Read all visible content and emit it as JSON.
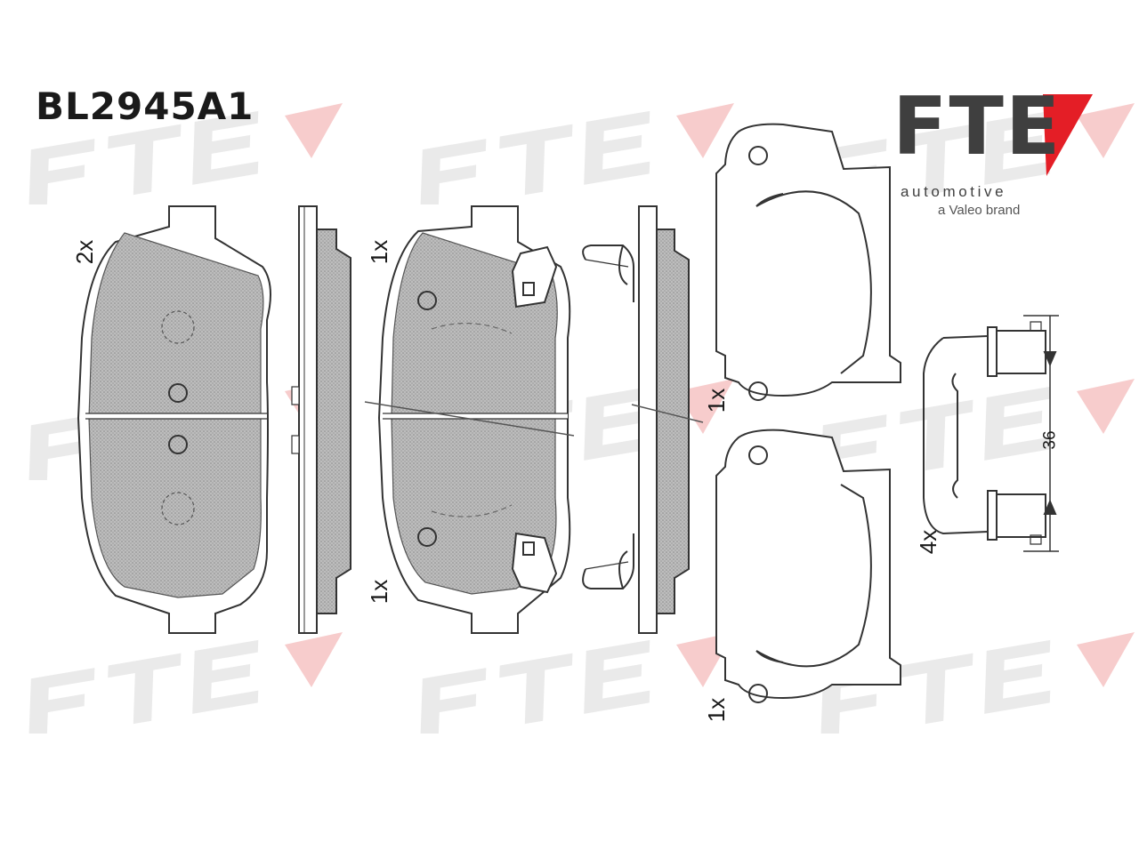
{
  "part_number": "BL2945A1",
  "brand": {
    "name": "FTE",
    "tagline": "automotive",
    "parent": "a Valeo brand",
    "accent_color": "#e41e26",
    "text_color": "#3f3f3f"
  },
  "watermark": {
    "text": "FTE"
  },
  "quantities": {
    "pad_pair": "2x",
    "pad_upper": "1x",
    "pad_lower": "1x",
    "shim_upper": "1x",
    "shim_lower": "1x",
    "clip": "4x"
  },
  "dimension": {
    "clip_width": "36"
  }
}
